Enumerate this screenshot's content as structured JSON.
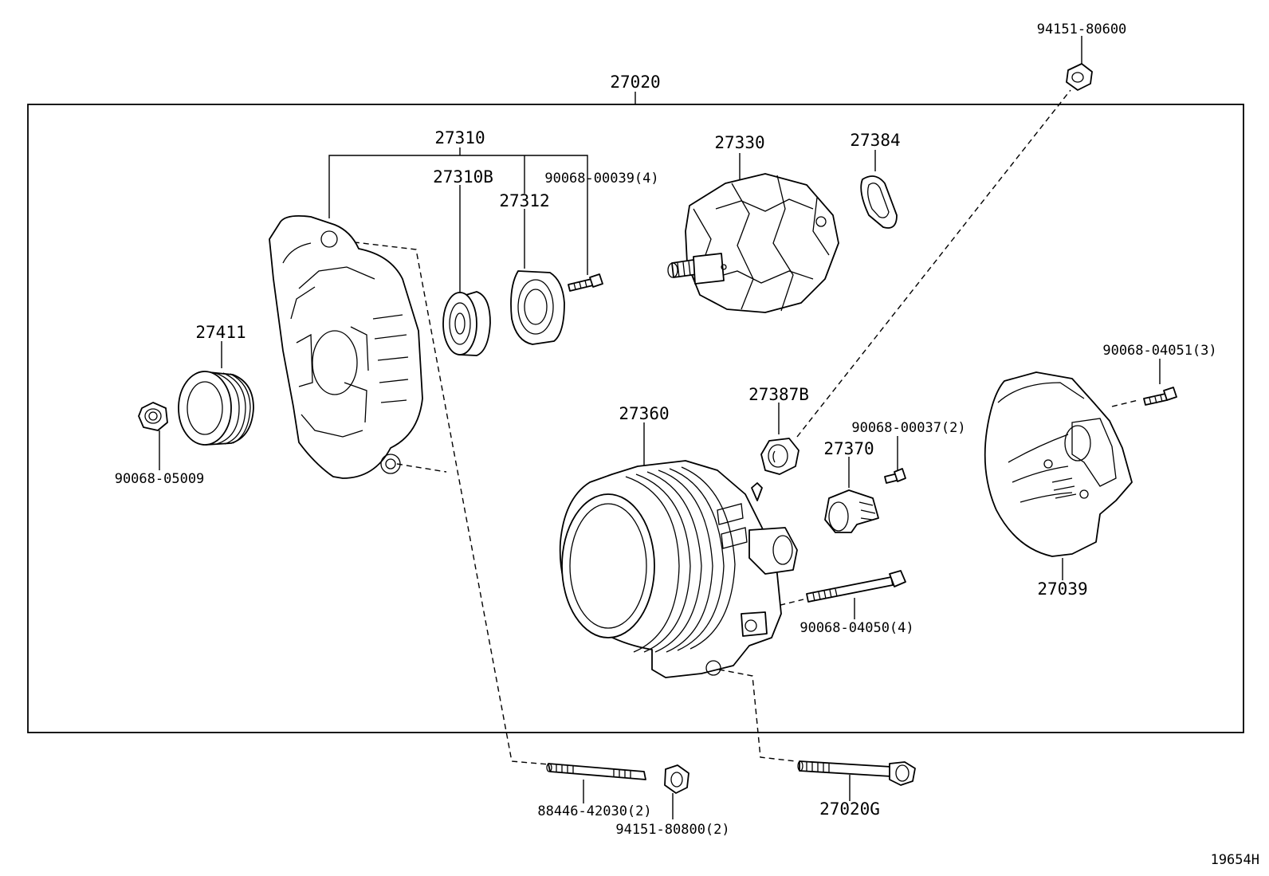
{
  "labels": {
    "assembly": "27020",
    "frame_drive": "27310",
    "bearing_front": "27310B",
    "retainer_plate": "27312",
    "screw_retainer": "90068-00039(4)",
    "rotor": "27330",
    "bearing_rear_ring": "27384",
    "cap_nut_top": "94151-80600",
    "pulley": "27411",
    "pulley_nut": "90068-05009",
    "rectifier_end_frame": "27360",
    "insulator": "27387B",
    "regulator_screw": "90068-00037(2)",
    "brush_holder": "27370",
    "cover_screw": "90068-04051(3)",
    "end_cover": "27039",
    "through_bolt": "90068-04050(4)",
    "stud_bolt": "88446-42030(2)",
    "stud_nut": "94151-80800(2)",
    "mount_bolt": "27020G",
    "illustration_number": "19654H"
  }
}
